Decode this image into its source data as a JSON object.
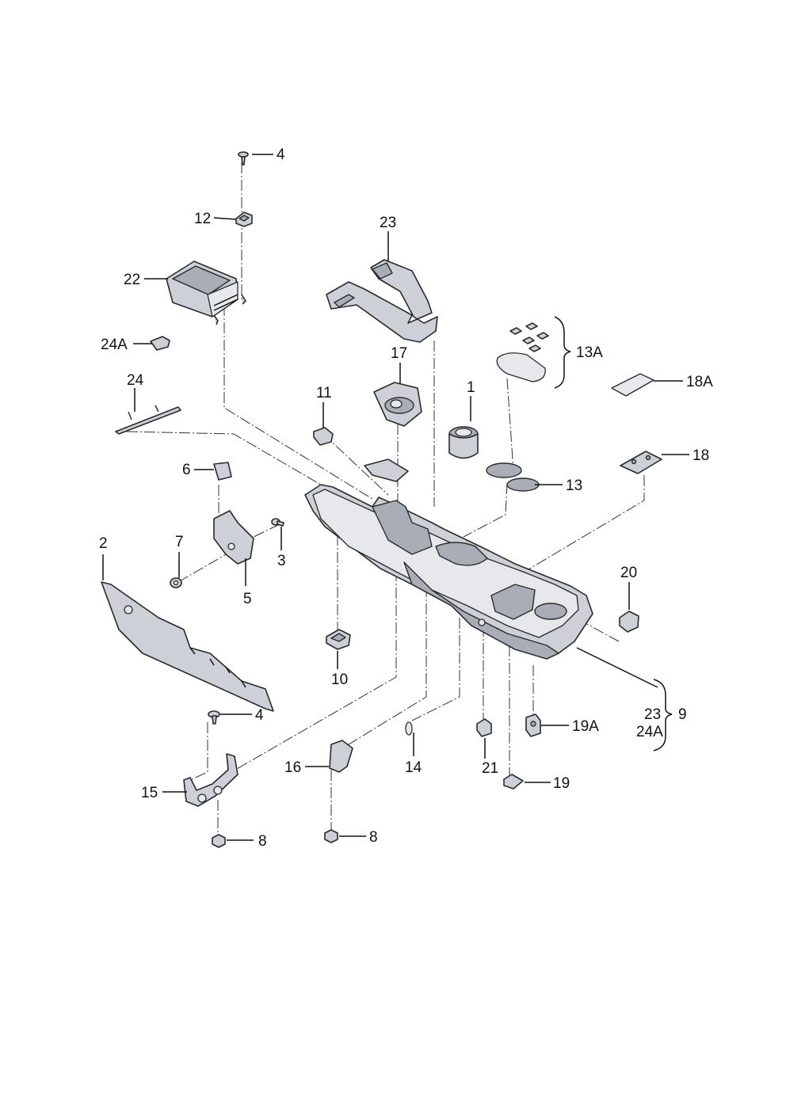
{
  "callouts": {
    "c1": "1",
    "c2": "2",
    "c3": "3",
    "c4a": "4",
    "c4b": "4",
    "c5": "5",
    "c6": "6",
    "c7": "7",
    "c8a": "8",
    "c8b": "8",
    "c9": "9",
    "c10": "10",
    "c11": "11",
    "c12": "12",
    "c13": "13",
    "c13a": "13A",
    "c14": "14",
    "c15": "15",
    "c16": "16",
    "c17": "17",
    "c18": "18",
    "c18a": "18A",
    "c19": "19",
    "c19a": "19A",
    "c20": "20",
    "c21": "21",
    "c22": "22",
    "c23a": "23",
    "c23b": "23",
    "c24": "24",
    "c24a1": "24A",
    "c24a2": "24A"
  }
}
